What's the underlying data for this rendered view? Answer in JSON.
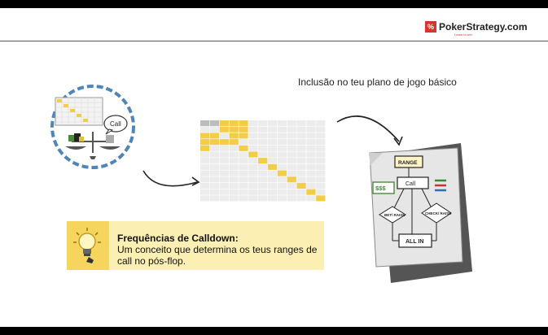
{
  "brand": {
    "name": "PokerStrategy.com",
    "tagline": "Learn to win"
  },
  "heading": "Inclusão no teu plano de jogo básico",
  "illustration": {
    "speech_bubble": "Call"
  },
  "flowchart": {
    "range": "RANGE",
    "call": "Call",
    "money": "$$$",
    "bet_raise": "BET/ RAISE",
    "check_raise": "CHECK/ RAISE",
    "all_in": "ALL IN"
  },
  "callout": {
    "title": "Frequências de Calldown:",
    "body": "Um conceito que determina os teus ranges de call no pós-flop.",
    "icon": "lightbulb-icon"
  },
  "colors": {
    "accent_red": "#d9342b",
    "callout_bg": "#fbefb3",
    "callout_icon_bg": "#f6d55f",
    "circle_dash": "#4f86b7"
  }
}
